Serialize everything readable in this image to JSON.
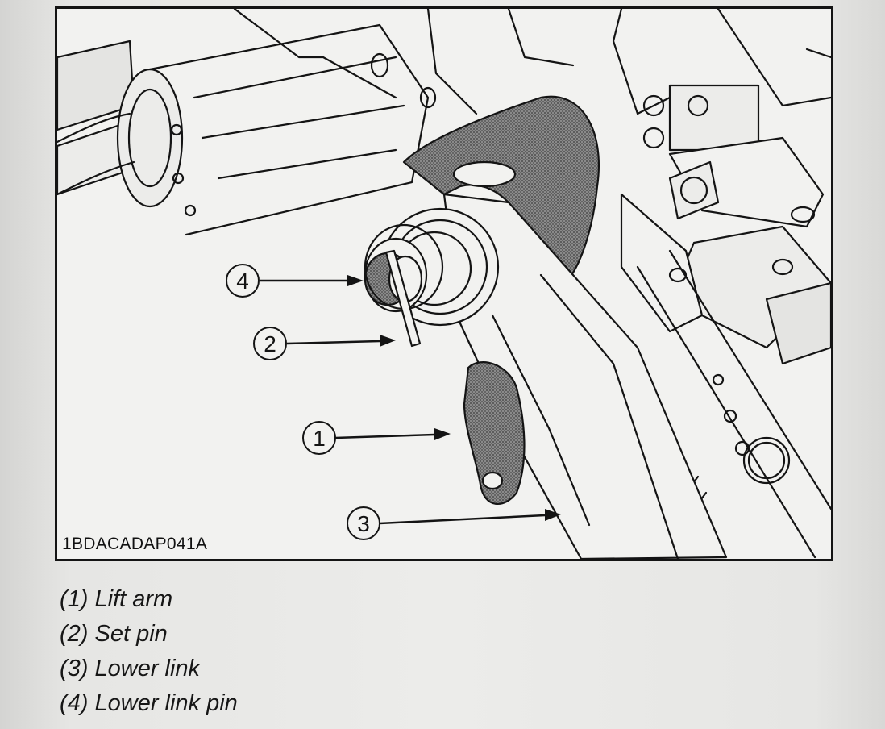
{
  "figure": {
    "id_code": "1BDACADAP041A",
    "callouts": [
      {
        "num": "1",
        "label": "Lift arm"
      },
      {
        "num": "2",
        "label": "Set pin"
      },
      {
        "num": "3",
        "label": "Lower link"
      },
      {
        "num": "4",
        "label": "Lower link pin"
      }
    ]
  },
  "legend": [
    "(1) Lift arm",
    "(2) Set pin",
    "(3) Lower link",
    "(4) Lower link pin"
  ],
  "colors": {
    "line": "#141414",
    "paper": "#f2f2f0",
    "shaded_part": "#6e6e6e"
  }
}
